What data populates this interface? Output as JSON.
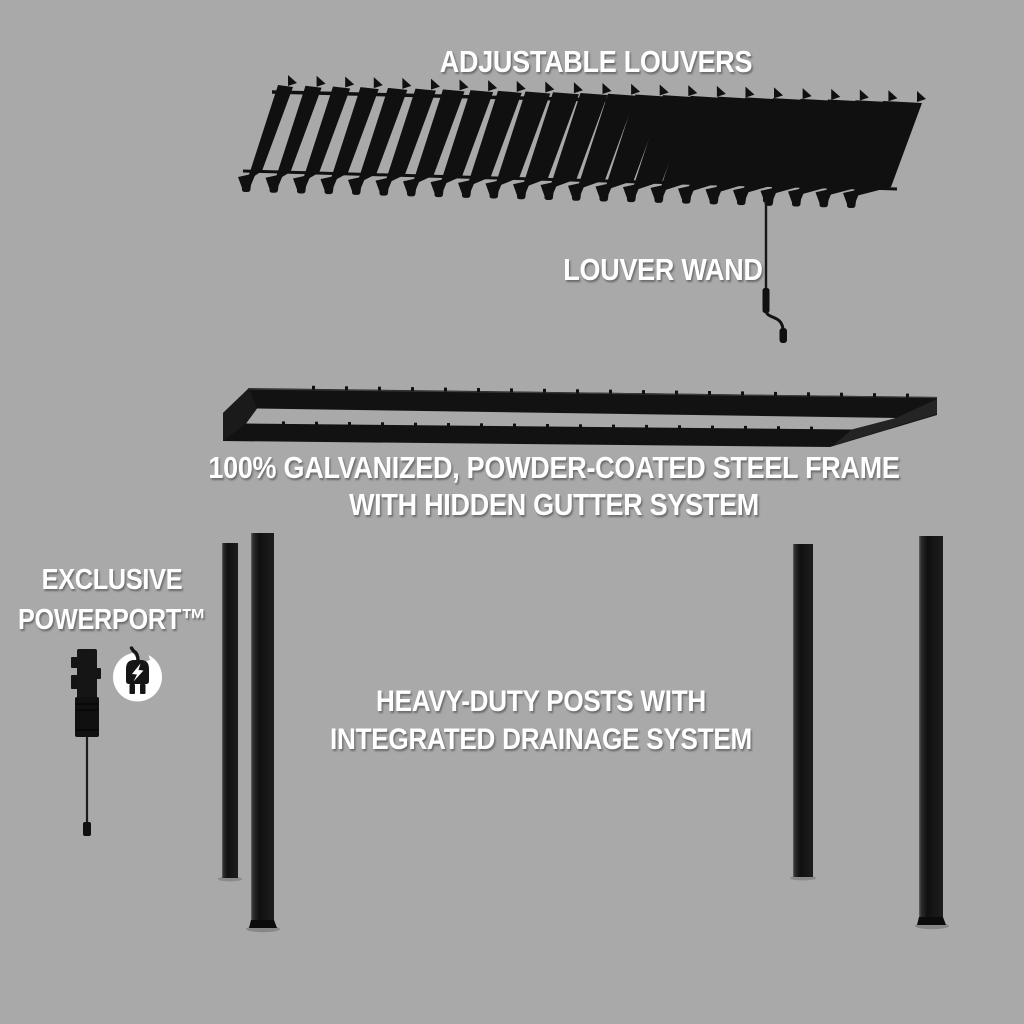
{
  "colors": {
    "background": "#a9a9a9",
    "structure": "#101010",
    "structure_light": "#2e2e2e",
    "label_text": "#ffffff",
    "icon_circle": "#ffffff"
  },
  "labels": {
    "adjustable_louvers": "ADJUSTABLE LOUVERS",
    "louver_wand": "LOUVER WAND",
    "frame_line1": "100% GALVANIZED, POWDER-COATED STEEL FRAME",
    "frame_line2": "WITH HIDDEN GUTTER SYSTEM",
    "powerport_line1": "EXCLUSIVE",
    "powerport_line2": "POWERPORT™",
    "posts_line1": "HEAVY-DUTY POSTS WITH",
    "posts_line2": "INTEGRATED DRAINAGE SYSTEM"
  },
  "diagram": {
    "type": "exploded-product-diagram",
    "product": "louvered-pergola",
    "louver_count": 23,
    "post_count": 4,
    "parts": [
      {
        "name": "adjustable-louvers",
        "label": "ADJUSTABLE LOUVERS"
      },
      {
        "name": "louver-wand",
        "label": "LOUVER WAND"
      },
      {
        "name": "steel-frame",
        "label": "100% GALVANIZED, POWDER-COATED STEEL FRAME WITH HIDDEN GUTTER SYSTEM"
      },
      {
        "name": "powerport",
        "label": "EXCLUSIVE POWERPORT™"
      },
      {
        "name": "posts",
        "label": "HEAVY-DUTY POSTS WITH INTEGRATED DRAINAGE SYSTEM"
      }
    ],
    "icons": [
      {
        "name": "powerport-plug-icon",
        "glyph": "power plug with lightning bolt in circle"
      }
    ]
  }
}
